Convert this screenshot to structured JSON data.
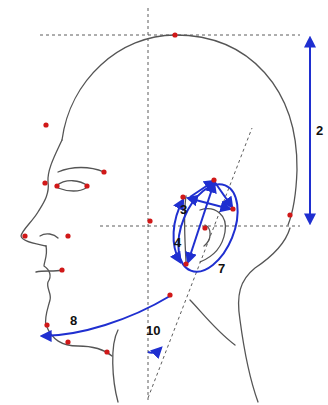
{
  "diagram": {
    "labels": [
      "2",
      "3",
      "4",
      "7",
      "8",
      "10"
    ]
  }
}
